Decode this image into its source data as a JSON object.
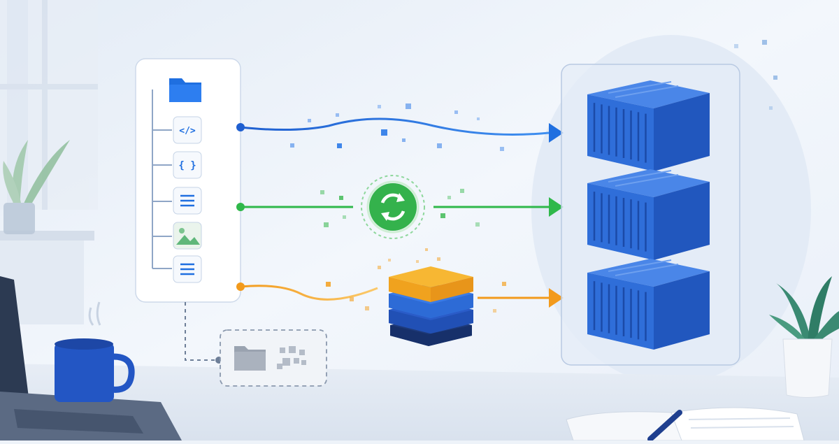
{
  "theme": {
    "blue": "#1f6fe0",
    "green": "#2fb84a",
    "orange": "#f29a1c",
    "container_blue": "#2f6ed9",
    "panel_bg": "#ffffff",
    "background": "#eef3f9"
  },
  "source_panel": {
    "folder_icon": "folder-icon",
    "files": [
      {
        "icon": "code-file-icon",
        "glyph": "</>"
      },
      {
        "icon": "json-file-icon",
        "glyph": "{ }"
      },
      {
        "icon": "text-file-icon",
        "glyph": ""
      },
      {
        "icon": "image-file-icon",
        "glyph": ""
      },
      {
        "icon": "text-file-icon",
        "glyph": ""
      }
    ]
  },
  "flows": [
    {
      "name": "copy-flow",
      "color": "#1f6fe0"
    },
    {
      "name": "sync-flow",
      "color": "#2fb84a",
      "icon": "sync-icon"
    },
    {
      "name": "compress-flow",
      "color": "#f29a1c",
      "icon": "layers-stack-icon"
    }
  ],
  "destination": {
    "containers": 3,
    "icon": "shipping-container-icon"
  },
  "excluded_group": {
    "icons": [
      "folder-icon",
      "fragments-icon"
    ]
  }
}
